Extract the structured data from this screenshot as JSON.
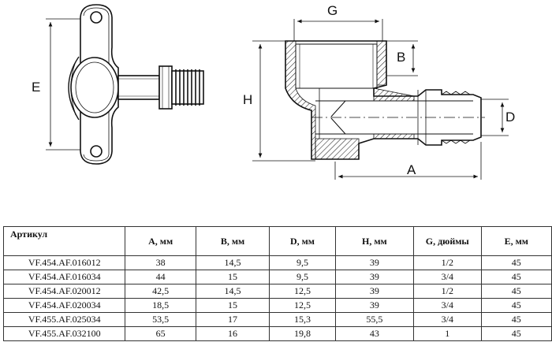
{
  "drawing": {
    "labels": {
      "g": "G",
      "b": "B",
      "h": "H",
      "d": "D",
      "a": "A",
      "e": "E"
    }
  },
  "table": {
    "headers": [
      "Артикул",
      "A, мм",
      "B, мм",
      "D, мм",
      "H, мм",
      "G, дюймы",
      "E, мм"
    ],
    "rows": [
      [
        "VF.454.AF.016012",
        "38",
        "14,5",
        "9,5",
        "39",
        "1/2",
        "45"
      ],
      [
        "VF.454.AF.016034",
        "44",
        "15",
        "9,5",
        "39",
        "3/4",
        "45"
      ],
      [
        "VF.454.AF.020012",
        "42,5",
        "14,5",
        "12,5",
        "39",
        "1/2",
        "45"
      ],
      [
        "VF.454.AF.020034",
        "18,5",
        "15",
        "12,5",
        "39",
        "3/4",
        "45"
      ],
      [
        "VF.455.AF.025034",
        "53,5",
        "17",
        "15,3",
        "55,5",
        "3/4",
        "45"
      ],
      [
        "VF.455.AF.032100",
        "65",
        "16",
        "19,8",
        "43",
        "1",
        "45"
      ]
    ]
  }
}
